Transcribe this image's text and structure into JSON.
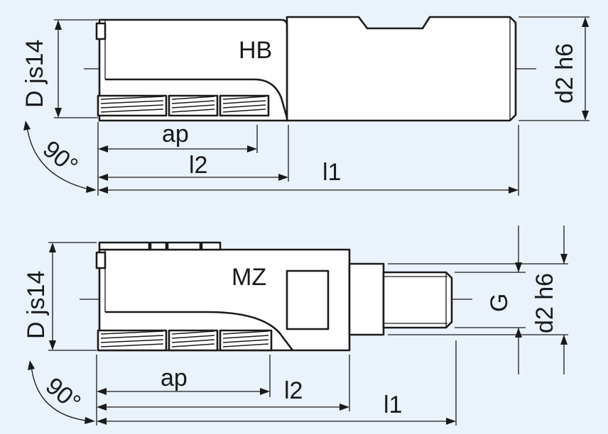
{
  "background_color": "#eaf2fb",
  "line_color": "#1a1a1a",
  "upper_view": {
    "type_label": "HB",
    "diameter_label": "D js14",
    "shank_diameter_label": "d2 h6",
    "cutting_length_label": "ap",
    "head_length_label": "l2",
    "total_length_label": "l1",
    "angle_label": "90°"
  },
  "lower_view": {
    "type_label": "MZ",
    "diameter_label": "D js14",
    "thread_label": "G",
    "shank_diameter_label": "d2 h6",
    "cutting_length_label": "ap",
    "head_length_label": "l2",
    "total_length_label": "l1",
    "angle_label": "90°"
  }
}
